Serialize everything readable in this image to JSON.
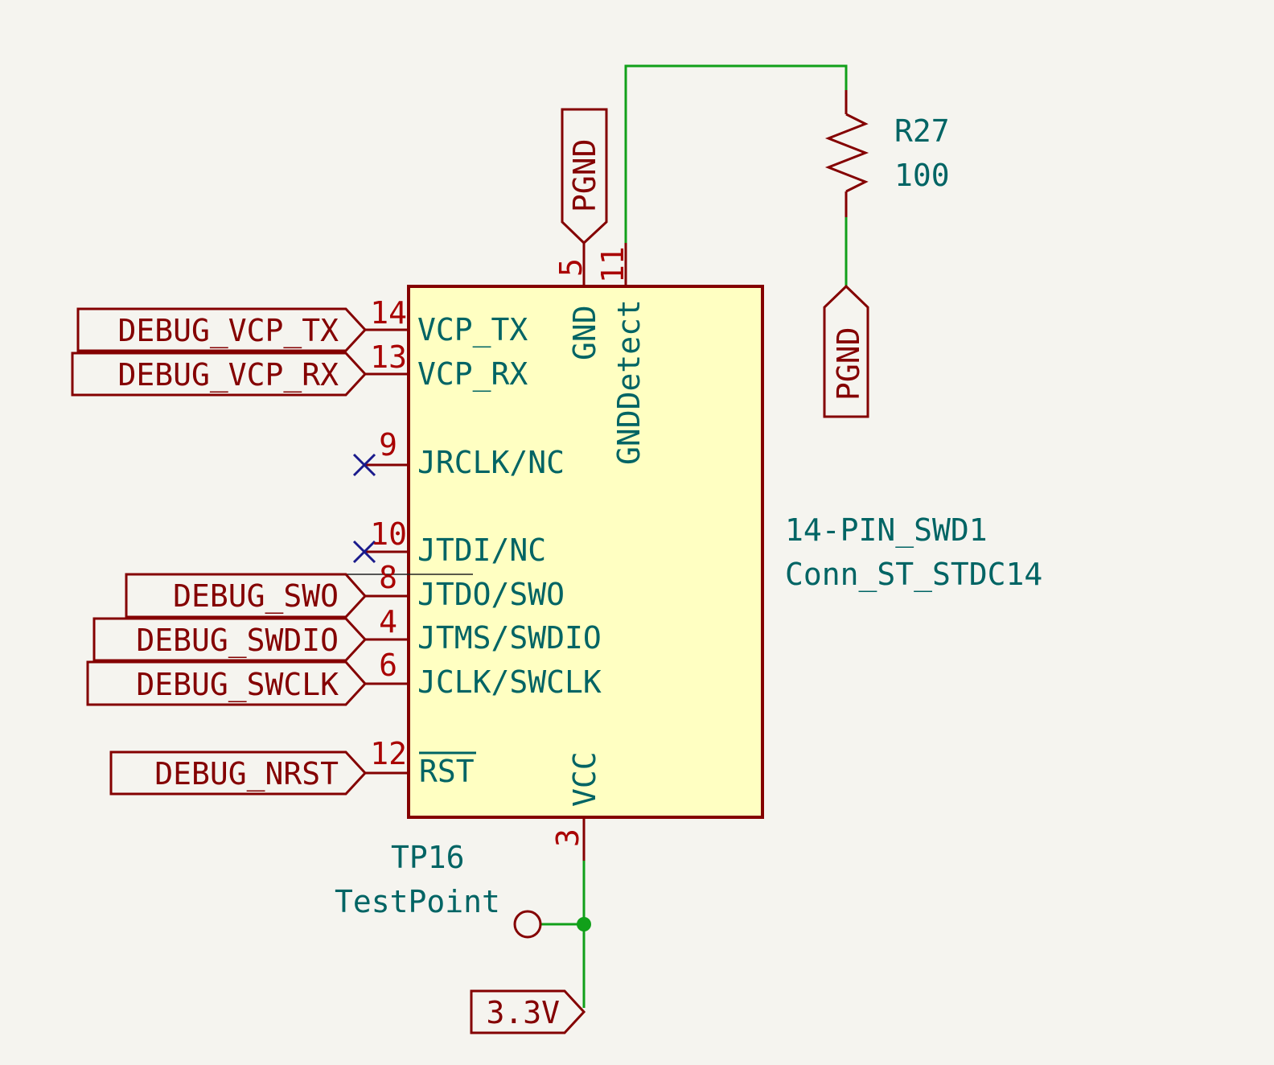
{
  "colors": {
    "background": "#f5f4ef",
    "wire": "#11a01a",
    "outline": "#840000",
    "pin_number": "#a90000",
    "pin_name": "#006464",
    "body_fill": "#ffffc2",
    "no_connect": "#1a1a8c"
  },
  "connector": {
    "reference": "14-PIN_SWD1",
    "value": "Conn_ST_STDC14",
    "left_pins": [
      {
        "number": "14",
        "name": "VCP_TX"
      },
      {
        "number": "13",
        "name": "VCP_RX"
      },
      {
        "number": "9",
        "name": "JRCLK/NC"
      },
      {
        "number": "10",
        "name": "JTDI/NC"
      },
      {
        "number": "8",
        "name": "JTDO/SWO"
      },
      {
        "number": "4",
        "name": "JTMS/SWDIO"
      },
      {
        "number": "6",
        "name": "JCLK/SWCLK"
      },
      {
        "number": "12",
        "name": "RST"
      }
    ],
    "top_pins": [
      {
        "number": "5",
        "name": "GND"
      },
      {
        "number": "11",
        "name": "GNDDetect"
      }
    ],
    "bottom_pins": [
      {
        "number": "3",
        "name": "VCC"
      }
    ]
  },
  "labels": {
    "vcp_tx": "DEBUG_VCP_TX",
    "vcp_rx": "DEBUG_VCP_RX",
    "swo": "DEBUG_SWO",
    "swdio": "DEBUG_SWDIO",
    "swclk": "DEBUG_SWCLK",
    "nrst": "DEBUG_NRST",
    "pgnd_top": "PGND",
    "pgnd_right": "PGND",
    "supply": "3.3V"
  },
  "resistor": {
    "reference": "R27",
    "value": "100"
  },
  "testpoint": {
    "reference": "TP16",
    "value": "TestPoint"
  }
}
